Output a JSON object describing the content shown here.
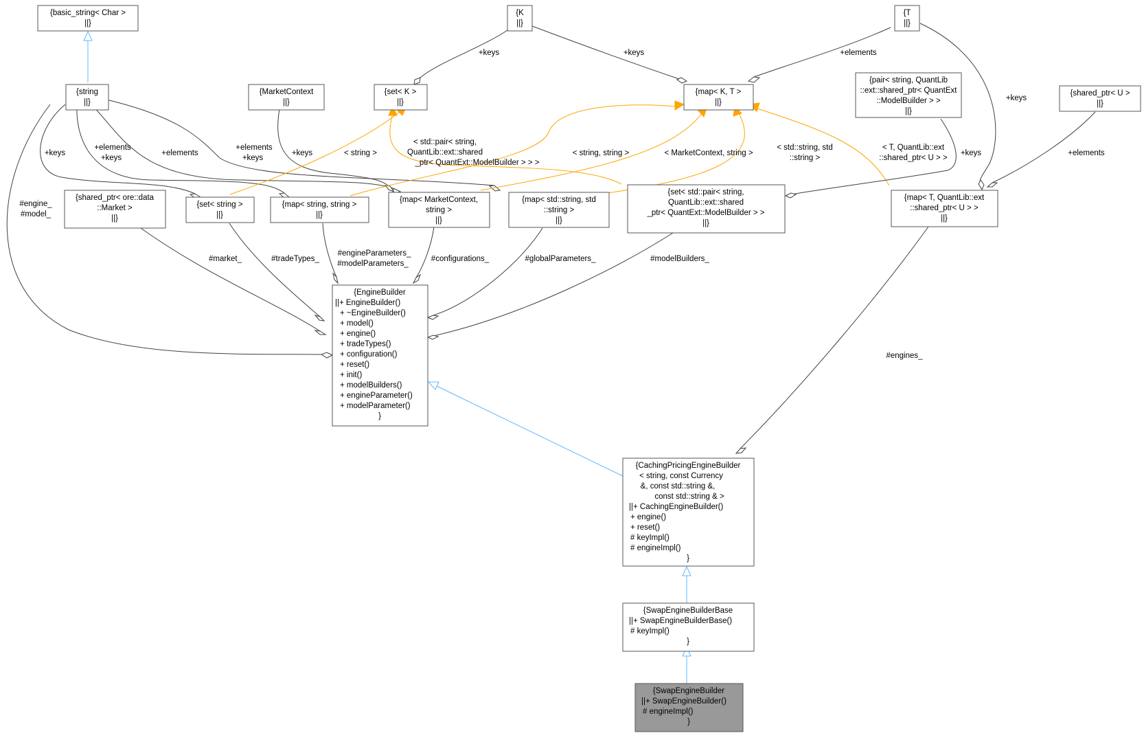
{
  "nodes": {
    "basic_string": [
      "{basic_string< Char >",
      "||}"
    ],
    "K": [
      "{K",
      "||}"
    ],
    "T": [
      "{T",
      "||}"
    ],
    "string": [
      "{string",
      "||}"
    ],
    "MarketContext": [
      "{MarketContext",
      "||}"
    ],
    "set_K": [
      "{set< K >",
      "||}"
    ],
    "map_K_T": [
      "{map< K, T >",
      "||}"
    ],
    "pair_string_shared": [
      "{pair< string, QuantLib",
      "::ext::shared_ptr< QuantExt",
      "::ModelBuilder > >",
      "||}"
    ],
    "shared_ptr_U": [
      "{shared_ptr< U >",
      "||}"
    ],
    "shared_ptr_market": [
      "{shared_ptr< ore::data",
      "::Market >",
      "||}"
    ],
    "set_string": [
      "{set< string >",
      "||}"
    ],
    "map_string_string": [
      "{map< string, string >",
      "||}"
    ],
    "map_MarketContext": [
      "{map< MarketContext,",
      "string >",
      "||}"
    ],
    "map_std_string": [
      "{map< std::string, std",
      "::string >",
      "||}"
    ],
    "set_pair": [
      "{set< std::pair< string,",
      "QuantLib::ext::shared",
      "_ptr< QuantExt::ModelBuilder > >",
      "||}"
    ],
    "map_T_shared": [
      "{map< T, QuantLib::ext",
      "::shared_ptr< U > >",
      "||}"
    ],
    "EngineBuilder": [
      "{EngineBuilder",
      "||+ EngineBuilder()",
      "+ ~EngineBuilder()",
      "+ model()",
      "+ engine()",
      "+ tradeTypes()",
      "+ configuration()",
      "+ reset()",
      "+ init()",
      "+ modelBuilders()",
      "+ engineParameter()",
      "+ modelParameter()",
      "}"
    ],
    "CachingPricingEngineBuilder": [
      "{CachingPricingEngineBuilder",
      "< string, const Currency",
      "&, const std::string &,",
      "const std::string & >",
      "||+ CachingEngineBuilder()",
      "+ engine()",
      "+ reset()",
      "# keyImpl()",
      "# engineImpl()",
      "}"
    ],
    "SwapEngineBuilderBase": [
      "{SwapEngineBuilderBase",
      "||+ SwapEngineBuilderBase()",
      "# keyImpl()",
      "}"
    ],
    "SwapEngineBuilder": [
      "{SwapEngineBuilder",
      "||+ SwapEngineBuilder()",
      "# engineImpl()",
      "}"
    ]
  },
  "edge_labels": {
    "k_set_keys": "+keys",
    "k_map_keys": "+keys",
    "t_map_elements": "+elements",
    "t_mapT_keys": "+keys",
    "str_set_keys": "+keys",
    "str_elements_keys": [
      "+elements",
      "+keys"
    ],
    "str_elements": "+elements",
    "str_elements_keys2": [
      "+elements",
      "+keys"
    ],
    "mc_keys": "+keys",
    "tpl_string": "< string >",
    "tpl_pair": [
      "< std::pair< string,",
      "QuantLib::ext::shared",
      "_ptr< QuantExt::ModelBuilder > > >"
    ],
    "tpl_string_string": "< string, string >",
    "tpl_mc_string": "< MarketContext, string >",
    "tpl_std_string": [
      "< std::string, std",
      "::string >"
    ],
    "tpl_T_shared": [
      "< T, QuantLib::ext",
      "::shared_ptr< U > >"
    ],
    "pair_keys": "+keys",
    "sptrU_elements": "+elements",
    "engine_model": [
      "#engine_",
      "#model_"
    ],
    "market": "#market_",
    "tradeTypes": "#tradeTypes_",
    "params": [
      "#engineParameters_",
      "#modelParameters_"
    ],
    "configurations": "#configurations_",
    "globalParameters": "#globalParameters_",
    "modelBuilders": "#modelBuilders_",
    "engines": "#engines_"
  },
  "colors": {
    "aggregation_edge": "#404040",
    "inheritance_edge": "#63b8ff",
    "template_edge": "#ffa500",
    "highlight_node": "#999999",
    "node_border": "#555555"
  }
}
